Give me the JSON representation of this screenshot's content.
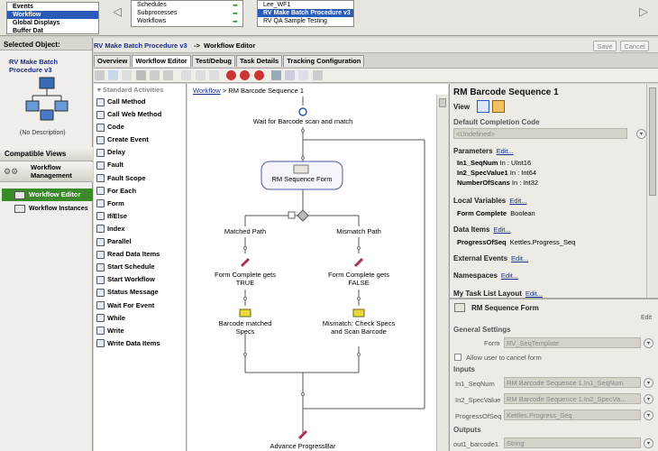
{
  "top": {
    "list1": [
      "Events",
      "Workflow",
      "Global Displays",
      "Buffer Dat"
    ],
    "list2": [
      "Schedules",
      "Subprocesses",
      "Workflows"
    ],
    "list3": [
      "Lee_WF1",
      "RV Make Batch Procedure v3",
      "RV QA Sample Testing"
    ]
  },
  "left": {
    "selected_title": "Selected Object:",
    "object_name": "RV Make Batch Procedure v3",
    "no_description": "(No Description)",
    "compatible_views": "Compatible Views",
    "workflow_management": "Workflow Management",
    "workflow_editor": "Workflow Editor",
    "workflow_instances": "Workflow Instances"
  },
  "main": {
    "breadcrumb_object": "RV Make Batch Procedure v3",
    "breadcrumb_arrow": "->",
    "breadcrumb_view": "Workflow Editor",
    "save_label": "Save",
    "cancel_label": "Cancel",
    "tabs": [
      "Overview",
      "Workflow Editor",
      "Test/Debug",
      "Task Details",
      "Tracking Configuration"
    ],
    "activities_header": "Standard Activities",
    "activities": [
      "Call Method",
      "Call Web Method",
      "Code",
      "Create Event",
      "Delay",
      "Fault",
      "Fault Scope",
      "For Each",
      "Form",
      "If/Else",
      "Index",
      "Parallel",
      "Read Data Items",
      "Start Schedule",
      "Start Workflow",
      "Status Message",
      "Wait For Event",
      "While",
      "Write",
      "Write Data Items"
    ],
    "canvas_crumb_link": "Workflow",
    "canvas_crumb_sep": ">",
    "canvas_crumb_current": "RM Barcode Sequence 1",
    "nodes": {
      "wait": "Wait for Barcode scan and match",
      "form": "RM Sequence Form",
      "matched": "Matched Path",
      "mismatch": "Mismatch Path",
      "fc_true": "Form Complete gets TRUE",
      "fc_false": "Form Complete gets FALSE",
      "barcode_matched": "Barcode matched Specs",
      "mismatch_check": "Mismatch: Check Specs and Scan Barcode",
      "advance": "Advance ProgressBar"
    }
  },
  "right": {
    "title": "RM Barcode Sequence 1",
    "view_label": "View",
    "default_completion_label": "Default Completion Code",
    "default_completion_value": "<Undefined>",
    "parameters_label": "Parameters",
    "edit": "Edit...",
    "parameters": [
      {
        "name": "In1_SeqNum",
        "type": "In : UInt16"
      },
      {
        "name": "In2_SpecValue1",
        "type": "In : Int64"
      },
      {
        "name": "NumberOfScans",
        "type": "In : Int32"
      }
    ],
    "local_vars_label": "Local Variables",
    "local_vars": [
      {
        "name": "Form Complete",
        "type": "Boolean"
      }
    ],
    "data_items_label": "Data Items",
    "data_items": [
      {
        "name": "ProgressOfSeq",
        "value": "Kettles.Progress_Seq"
      }
    ],
    "external_events_label": "External Events",
    "namespaces_label": "Namespaces",
    "task_list_label": "My Task List Layout",
    "form_title": "RM Sequence Form",
    "form_edit": "Edit",
    "general_settings": "General Settings",
    "form_label": "Form",
    "form_value": "RV_SeqTemplate",
    "allow_cancel": "Allow user to cancel form",
    "inputs_label": "Inputs",
    "inputs": [
      {
        "name": "In1_SeqNum",
        "value": "RM Barcode Sequence 1.In1_SeqNum"
      },
      {
        "name": "In2_SpecValue",
        "value": "RM Barcode Sequence 1.In2_SpecVa..."
      },
      {
        "name": "ProgressOfSeq",
        "value": "Kettles.Progress_Seq"
      }
    ],
    "outputs_label": "Outputs",
    "outputs": [
      {
        "name": "out1_barcode1",
        "value": "String"
      }
    ]
  },
  "colors": {
    "selection": "#2b5bb8",
    "link": "#1a2f8a",
    "active_nav": "#3a8a2a"
  }
}
